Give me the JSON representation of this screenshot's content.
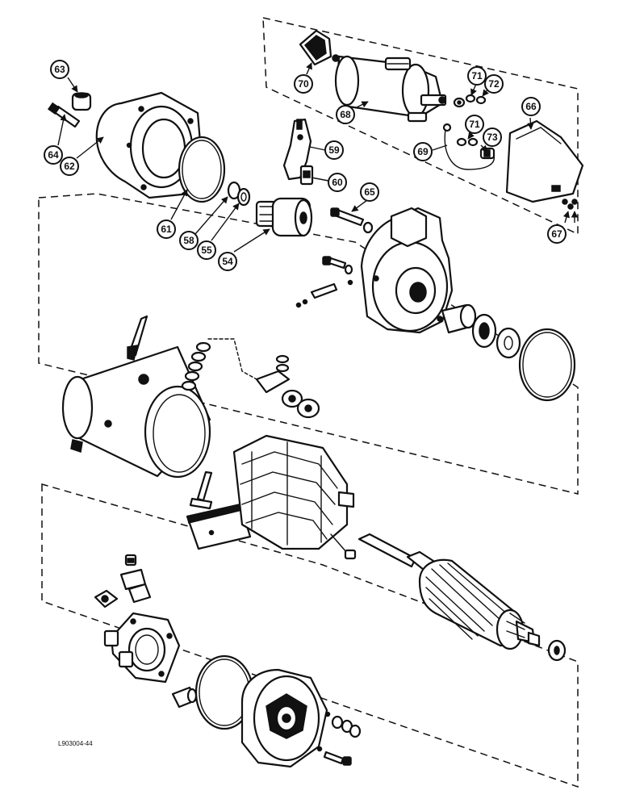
{
  "diagram": {
    "reference_code": "L903004-44",
    "callouts": [
      "63",
      "64",
      "62",
      "61",
      "58",
      "55",
      "54",
      "60",
      "59",
      "65",
      "70",
      "68",
      "71",
      "72",
      "71",
      "73",
      "69",
      "66",
      "67"
    ]
  }
}
